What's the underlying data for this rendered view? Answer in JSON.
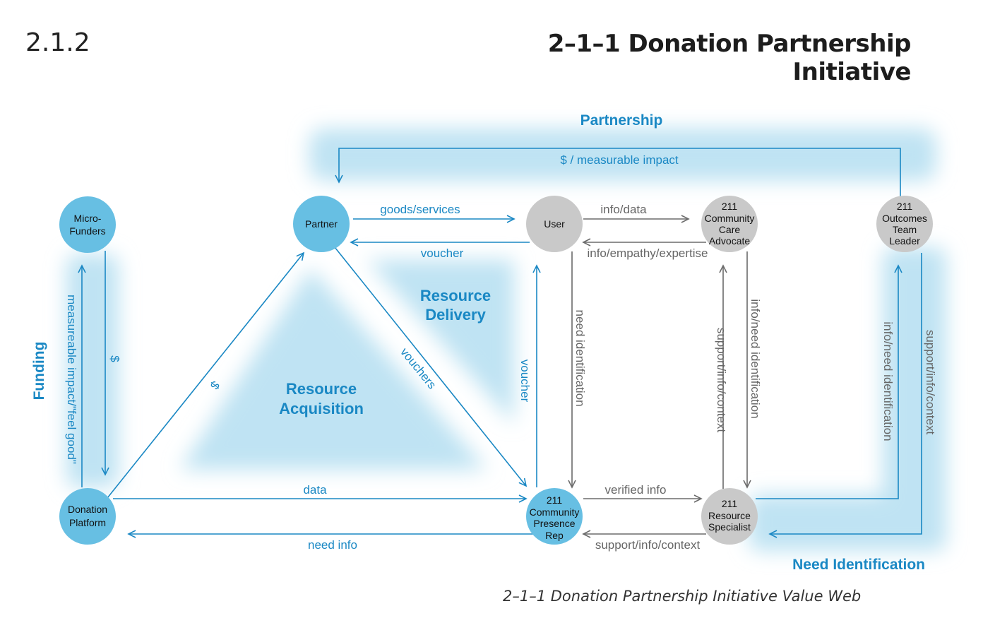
{
  "header": {
    "section_number": "2.1.2",
    "title": "2–1–1 Donation Partnership Initiative"
  },
  "caption": "2–1–1 Donation Partnership Initiative Value Web",
  "zones": {
    "partnership": "Partnership",
    "funding": "Funding",
    "resource_acquisition_1": "Resource",
    "resource_acquisition_2": "Acquisition",
    "resource_delivery_1": "Resource",
    "resource_delivery_2": "Delivery",
    "need_identification": "Need Identification"
  },
  "nodes": {
    "micro_funders": [
      "Micro-",
      "Funders"
    ],
    "partner": [
      "Partner"
    ],
    "user": [
      "User"
    ],
    "care_advocate": [
      "211",
      "Community",
      "Care",
      "Advocate"
    ],
    "outcomes_leader": [
      "211",
      "Outcomes",
      "Team",
      "Leader"
    ],
    "donation_platform": [
      "Donation",
      "Platform"
    ],
    "presence_rep": [
      "211",
      "Community",
      "Presence",
      "Rep"
    ],
    "resource_specialist": [
      "211",
      "Resource",
      "Specialist"
    ]
  },
  "edges": {
    "measurable_impact_top": "$ / measurable impact",
    "goods_services": "goods/services",
    "voucher_top": "voucher",
    "info_data": "info/data",
    "info_empathy": "info/empathy/expertise",
    "dollar_funders": "$",
    "measurable_feel_good": "measureable impact/\"feel good\"",
    "dollar_platform": "$",
    "vouchers": "vouchers",
    "voucher_vertical": "voucher",
    "need_identification": "need identification",
    "support_info_context_1": "support/info/context",
    "info_need_identification_1": "info/need identification",
    "info_need_identification_2": "info/need identification",
    "support_info_context_2": "support/info/context",
    "data": "data",
    "need_info": "need info",
    "verified_info": "verified info",
    "support_info_context_bottom": "support/info/context"
  },
  "colors": {
    "accent": "#1a88c4",
    "node_blue": "#67bfe3",
    "node_grey": "#c9c9c9",
    "glow": "#bfe3f3",
    "grey_line": "#6b6b6b"
  }
}
